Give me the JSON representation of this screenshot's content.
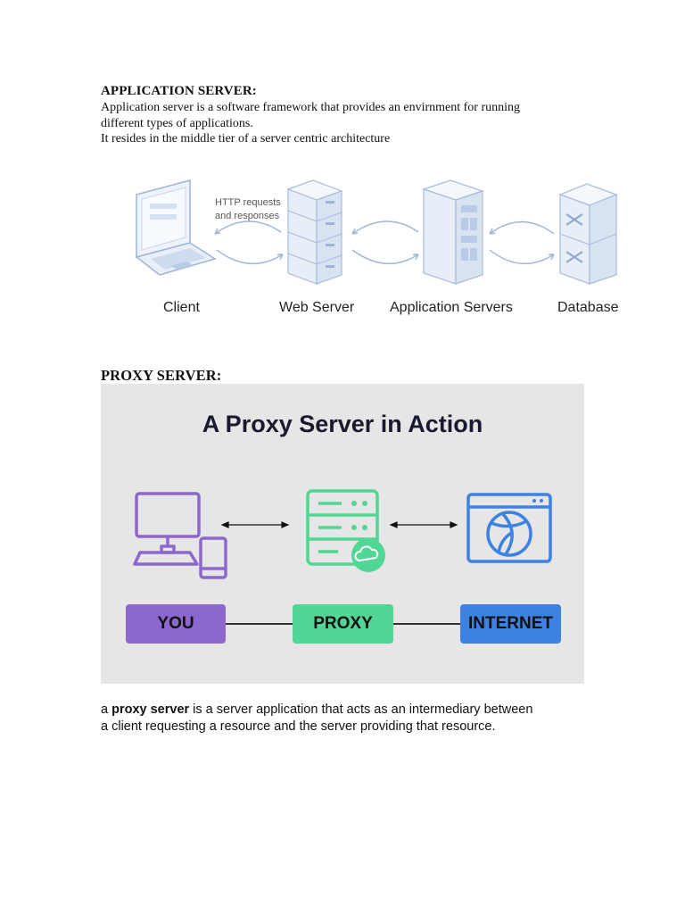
{
  "app_server": {
    "heading": "APPLICATION SERVER:",
    "line1": "Application server is a software framework that provides an envirnment for running",
    "line2": "different types of applications.",
    "line3": "It resides in the middle tier of a server centric architecture"
  },
  "app_diagram": {
    "note_line1": "HTTP requests",
    "note_line2": "and responses",
    "labels": [
      "Client",
      "Web Server",
      "Application Servers",
      "Database"
    ]
  },
  "proxy_section": {
    "heading": "PROXY SERVER:",
    "panel_title": "A Proxy Server in Action",
    "pills": [
      "YOU",
      "PROXY",
      "INTERNET"
    ],
    "colors": {
      "you": "#8c68cd",
      "proxy": "#52d696",
      "internet": "#3d82e0",
      "panel": "#e6e6e6"
    }
  },
  "proxy_text": {
    "prefix": "a ",
    "bold": "proxy server",
    "rest": " is a server application that acts as an intermediary between",
    "line2": "a client requesting a resource and the server providing that resource."
  }
}
